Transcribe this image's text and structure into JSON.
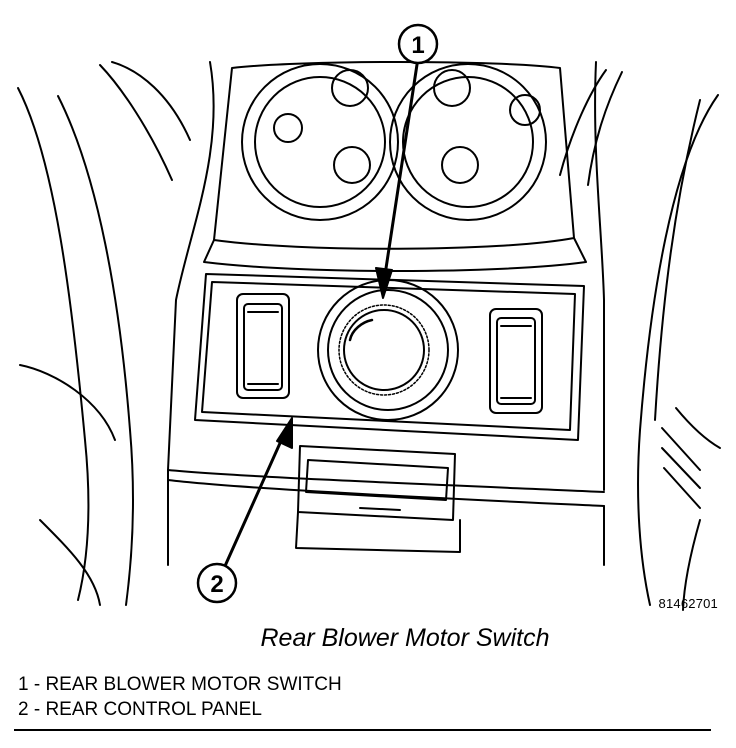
{
  "callouts": [
    {
      "number": "1",
      "target": "rear-blower-motor-switch"
    },
    {
      "number": "2",
      "target": "rear-control-panel"
    }
  ],
  "figure_id": "81462701",
  "caption": "Rear Blower Motor Switch",
  "legend": [
    {
      "text": "1 - REAR BLOWER MOTOR SWITCH"
    },
    {
      "text": "2 - REAR CONTROL PANEL"
    }
  ]
}
